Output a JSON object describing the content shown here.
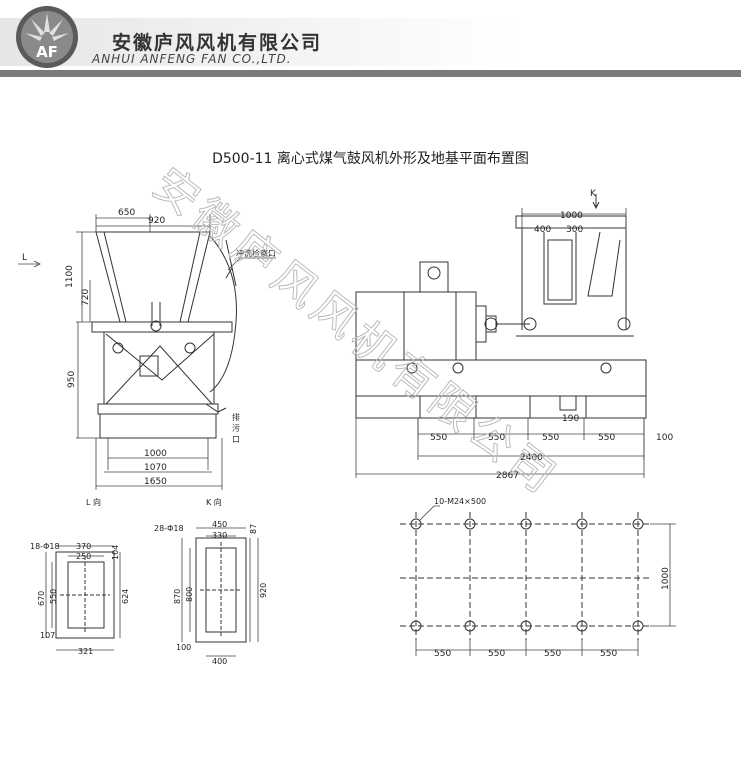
{
  "header": {
    "company_cn": "安徽庐风风机有限公司",
    "company_en": "ANHUI ANFENG FAN CO.,LTD.",
    "logo_text": "AF",
    "colors": {
      "bar": "#e6e6e6",
      "stripe": "#7a7a7a",
      "text": "#333333"
    }
  },
  "title": "D500-11 离心式煤气鼓风机外形及地基平面布置图",
  "left_view": {
    "top_dims": [
      "650",
      "920"
    ],
    "height_dims": [
      "1100",
      "720",
      "950"
    ],
    "bottom_dims": [
      "1000",
      "1070",
      "1650"
    ],
    "arrow_L": "L",
    "label_inspection": "冲洗检察口",
    "label_drain": [
      "排",
      "污",
      "口"
    ],
    "view_L": "L 向",
    "view_K": "K 向"
  },
  "right_view": {
    "arrow_K": "K",
    "top_dims": [
      "1000",
      "400",
      "300"
    ],
    "span_dims": [
      "550",
      "550",
      "550",
      "550",
      "100"
    ],
    "dim_190": "190",
    "total_dims": [
      "2400",
      "2867"
    ]
  },
  "flange_small": {
    "holes": "18-Φ18",
    "width_dims": [
      "370",
      "250"
    ],
    "side_dims": [
      "104",
      "624"
    ],
    "left_dims": [
      "670",
      "550"
    ],
    "bottom_dims": [
      "107",
      "321"
    ]
  },
  "flange_large": {
    "holes": "28-Φ18",
    "width_dims": [
      "450",
      "330"
    ],
    "side_dims": [
      "87",
      "920"
    ],
    "left_dims": [
      "870",
      "800"
    ],
    "bottom_dims": [
      "100",
      "400"
    ]
  },
  "foundation": {
    "bolts": "10-M24×500",
    "bottom_dims": [
      "550",
      "550",
      "550",
      "550"
    ],
    "side_dim": "1000"
  },
  "watermark": "安徽庐风风机有限公司"
}
